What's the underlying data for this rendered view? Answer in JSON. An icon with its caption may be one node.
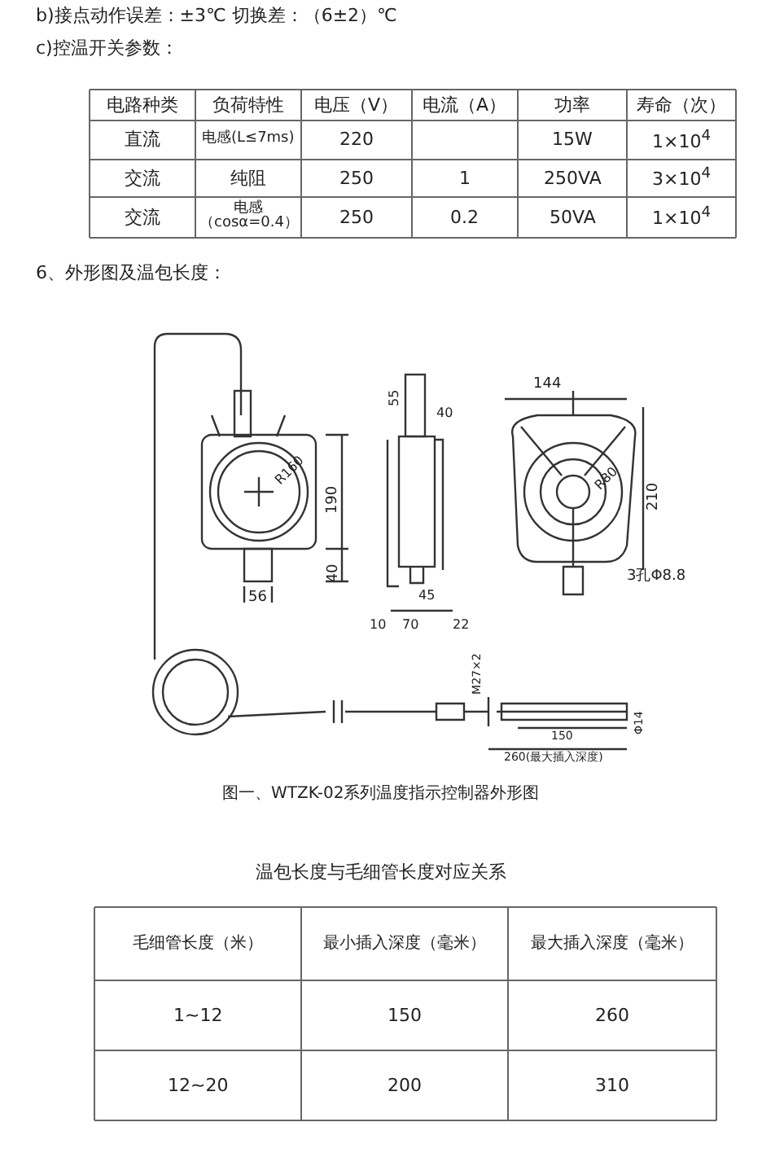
{
  "diagram": {
    "caption": "图一、WTZK-02系列温度指示控制器外形图",
    "labels": [
      "b)接点动作误差：±3℃ 切换差：（6±2）℃",
      "c)控温开关参数：",
      "电路种类",
      "负荷特性",
      "电压（V）",
      "电流（A）",
      "功率",
      "寿命（次）",
      "直流",
      "电感(L≤7ms)",
      "220",
      "15W",
      "1×10$^{4}$",
      "交流",
      "纯阻",
      "250",
      "1",
      "250VA",
      "3×10$^{4}$",
      "交流",
      "电感（cosα=0.4）",
      "250",
      "0.2",
      "50VA",
      "1×10$^{4}$",
      "6、外形图及温包长度：",
      "R160",
      "190",
      "40",
      "56",
      "55",
      "40",
      "10",
      "70",
      "45",
      "22",
      "144",
      "R80",
      "210",
      "3孔Φ8.8",
      "M27×2",
      "150",
      "260(最大插入深度)",
      "Φ14",
      "温包长度与毛细管长度对应关系",
      "毛细管长度（米）",
      "最小插入深度（毫米）",
      "最大插入深度（毫米）",
      "1~12",
      "150",
      "260",
      "12~20",
      "200",
      "310"
    ]
  }
}
